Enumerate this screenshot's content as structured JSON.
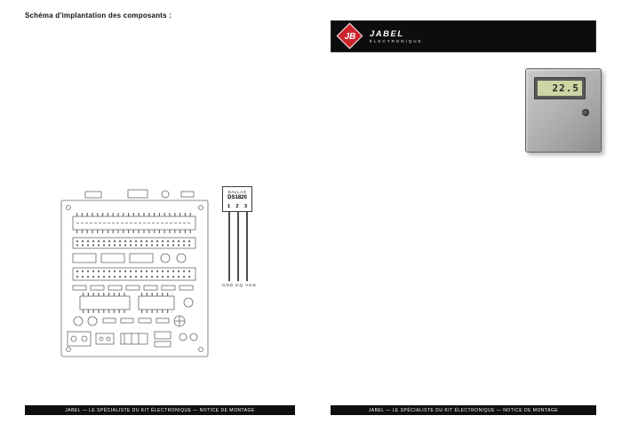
{
  "document": {
    "heading": "Schéma d'implantation des composants :"
  },
  "pinout": {
    "brand": "DALLAS",
    "part": "DS1820",
    "pins": [
      "1",
      "2",
      "3"
    ],
    "pin_names": "GND DQ VDD"
  },
  "brand_header": {
    "logo_text": "JB",
    "name": "JABEL",
    "tagline": "ÉLECTRONIQUE",
    "accent_color": "#c9222b",
    "bar_color": "#0d0d0d"
  },
  "thermometer_photo": {
    "display_value": "22.5",
    "lcd_color": "#ccd5a4",
    "case_color": "#adadad"
  },
  "footers": {
    "left": "JABEL — LE SPÉCIALISTE DU KIT ÉLECTRONIQUE — NOTICE DE MONTAGE",
    "right": "JABEL — LE SPÉCIALISTE DU KIT ÉLECTRONIQUE — NOTICE DE MONTAGE"
  }
}
